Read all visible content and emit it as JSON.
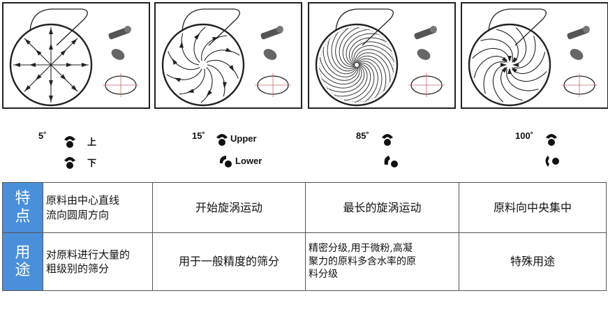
{
  "angles": [
    {
      "angle": "5˚",
      "upper_label": "上",
      "lower_label": "下"
    },
    {
      "angle": "15˚",
      "upper_label": "Upper",
      "lower_label": "Lower"
    },
    {
      "angle": "85˚",
      "upper_label": "",
      "lower_label": ""
    },
    {
      "angle": "100˚",
      "upper_label": "",
      "lower_label": ""
    }
  ],
  "table": {
    "rows": [
      {
        "header": "特\n点",
        "cells": [
          "原料由中心直线\n流向圆周方向",
          "开始旋涡运动",
          "最长的旋涡运动",
          "原料向中央集中"
        ]
      },
      {
        "header": "用\n途",
        "cells": [
          "对原料进行大量的\n粗级别的筛分",
          "用于一般精度的筛分",
          "精密分级,用于微粉,高凝\n聚力的原料多含水率的原\n料分级",
          "特殊用途"
        ]
      }
    ]
  },
  "colors": {
    "header_bg": "#4a8fd9",
    "header_text": "#ffffff",
    "line": "#222222"
  },
  "icons": [
    "rotating-weight-icon",
    "vibrating-motor-icon",
    "vibration-ellipse-icon"
  ]
}
